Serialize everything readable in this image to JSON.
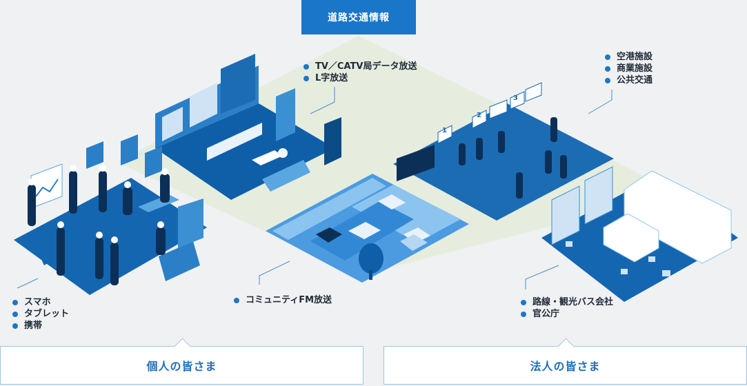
{
  "top_badge": {
    "label": "道路交通情報"
  },
  "labels": {
    "broadcast": [
      "TV／CATV局データ放送",
      "L字放送"
    ],
    "facilities": [
      "空港施設",
      "商業施設",
      "公共交通"
    ],
    "devices": [
      "スマホ",
      "タブレット",
      "携帯"
    ],
    "radio": [
      "コミュニティFM放送"
    ],
    "business": [
      "路線・観光バス会社",
      "官公庁"
    ]
  },
  "sign_numbers": [
    "1",
    "2",
    "3"
  ],
  "audience": {
    "individual": "個人の皆さま",
    "corporate": "法人の皆さま"
  },
  "colors": {
    "accent": "#1976c8",
    "tile_dark": "#0f5fa8",
    "tile_mid": "#2b7fc7",
    "tile_light": "#5aa6e0",
    "glow": "#dde8cf",
    "text": "#1f2a38"
  }
}
